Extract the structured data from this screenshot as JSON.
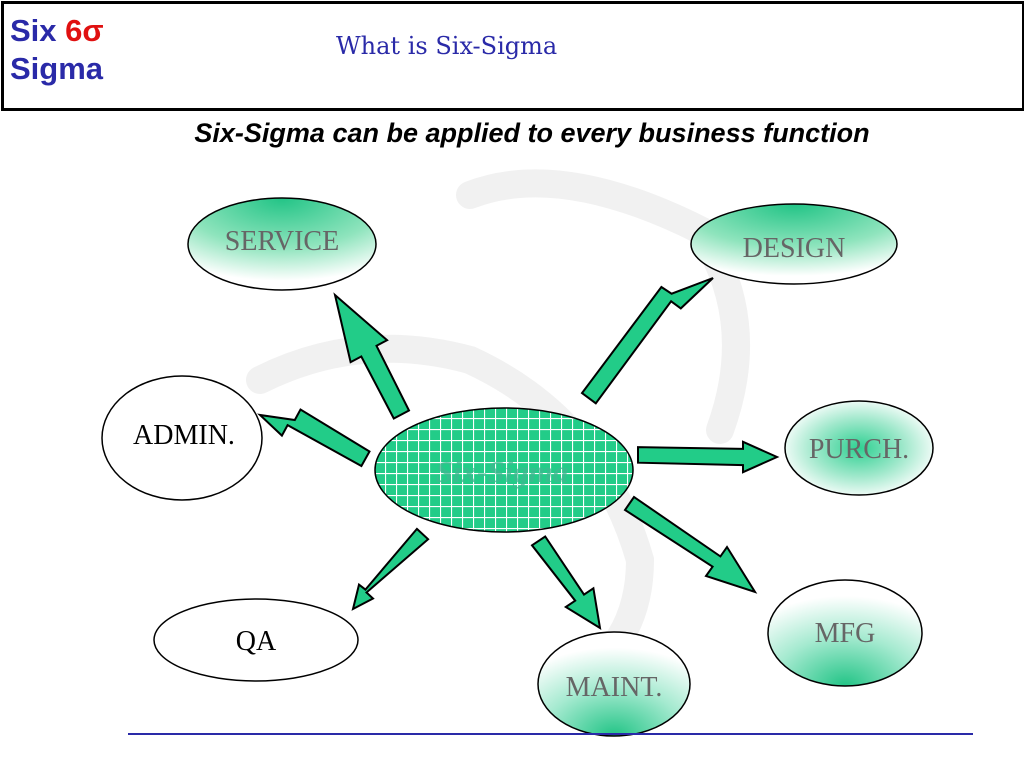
{
  "header": {
    "logo_line1_word": "Six",
    "logo_line1_symbol": "6σ",
    "logo_line2": "Sigma",
    "title": "What is Six-Sigma"
  },
  "subtitle": "Six-Sigma can be applied to every business function",
  "diagram": {
    "center": "Six-Sigma",
    "nodes": {
      "service": "SERVICE",
      "design": "DESIGN",
      "admin": "ADMIN.",
      "purch": "PURCH.",
      "qa": "QA",
      "mfg": "MFG",
      "maint": "MAINT."
    }
  },
  "colors": {
    "brand_blue": "#2a2aa8",
    "accent_red": "#e01010",
    "arrow_green": "#22cc88",
    "node_green": "#3ad69a",
    "text_gray": "#666666"
  }
}
